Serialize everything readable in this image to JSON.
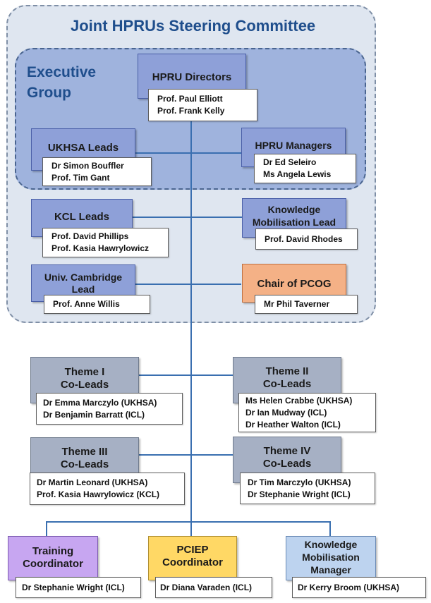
{
  "title": "Joint HPRUs Steering Committee",
  "executive_group": {
    "line1": "Executive",
    "line2": "Group"
  },
  "hpru_directors": {
    "label": "HPRU Directors",
    "names": [
      "Prof. Paul Elliott",
      "Prof. Frank Kelly"
    ]
  },
  "ukhsa_leads": {
    "label": "UKHSA Leads",
    "names": [
      "Dr Simon Bouffler",
      "Prof. Tim Gant"
    ]
  },
  "hpru_managers": {
    "label": "HPRU Managers",
    "names": [
      "Dr Ed Seleiro",
      "Ms Angela Lewis"
    ]
  },
  "kcl_leads": {
    "label": "KCL Leads",
    "names": [
      "Prof. David Phillips",
      "Prof. Kasia Hawrylowicz"
    ]
  },
  "km_lead": {
    "label_lines": [
      "Knowledge",
      "Mobilisation Lead"
    ],
    "names": [
      "Prof. David Rhodes"
    ]
  },
  "cambridge_lead": {
    "label_lines": [
      "Univ. Cambridge",
      "Lead"
    ],
    "names": [
      "Prof. Anne Willis"
    ]
  },
  "pcog_chair": {
    "label": "Chair of PCOG",
    "names": [
      "Mr Phil Taverner"
    ]
  },
  "theme1": {
    "label_lines": [
      "Theme I",
      "Co-Leads"
    ],
    "names": [
      "Dr Emma Marczylo (UKHSA)",
      "Dr Benjamin Barratt (ICL)"
    ]
  },
  "theme2": {
    "label_lines": [
      "Theme II",
      "Co-Leads"
    ],
    "names": [
      "Ms Helen Crabbe (UKHSA)",
      "Dr Ian Mudway (ICL)",
      "Dr Heather Walton (ICL)"
    ]
  },
  "theme3": {
    "label_lines": [
      "Theme III",
      "Co-Leads"
    ],
    "names": [
      "Dr Martin Leonard (UKHSA)",
      "Prof. Kasia Hawrylowicz (KCL)"
    ]
  },
  "theme4": {
    "label_lines": [
      "Theme IV",
      "Co-Leads"
    ],
    "names": [
      "Dr Tim Marczylo (UKHSA)",
      "Dr Stephanie Wright (ICL)"
    ]
  },
  "training": {
    "label_lines": [
      "Training",
      "Coordinator"
    ],
    "names": [
      "Dr Stephanie Wright (ICL)"
    ]
  },
  "pciep": {
    "label_lines": [
      "PCIEP",
      "Coordinator"
    ],
    "names": [
      "Dr Diana Varaden  (ICL)"
    ]
  },
  "km_manager": {
    "label_lines": [
      "Knowledge",
      "Mobilisation",
      "Manager"
    ],
    "names": [
      "Dr Kerry Broom (UKHSA)"
    ]
  },
  "colors": {
    "line": "#3a6fb0",
    "title": "#1f4e8c",
    "exec_fill": "#9fb3dd",
    "committee_fill": "#dfe6f0",
    "role_blue": "#8ea0d8",
    "theme_gray": "#a6b0c4",
    "purple": "#c7a6f1",
    "yellow": "#ffd865",
    "light_blue": "#bdd3ef",
    "orange": "#f4b186"
  }
}
